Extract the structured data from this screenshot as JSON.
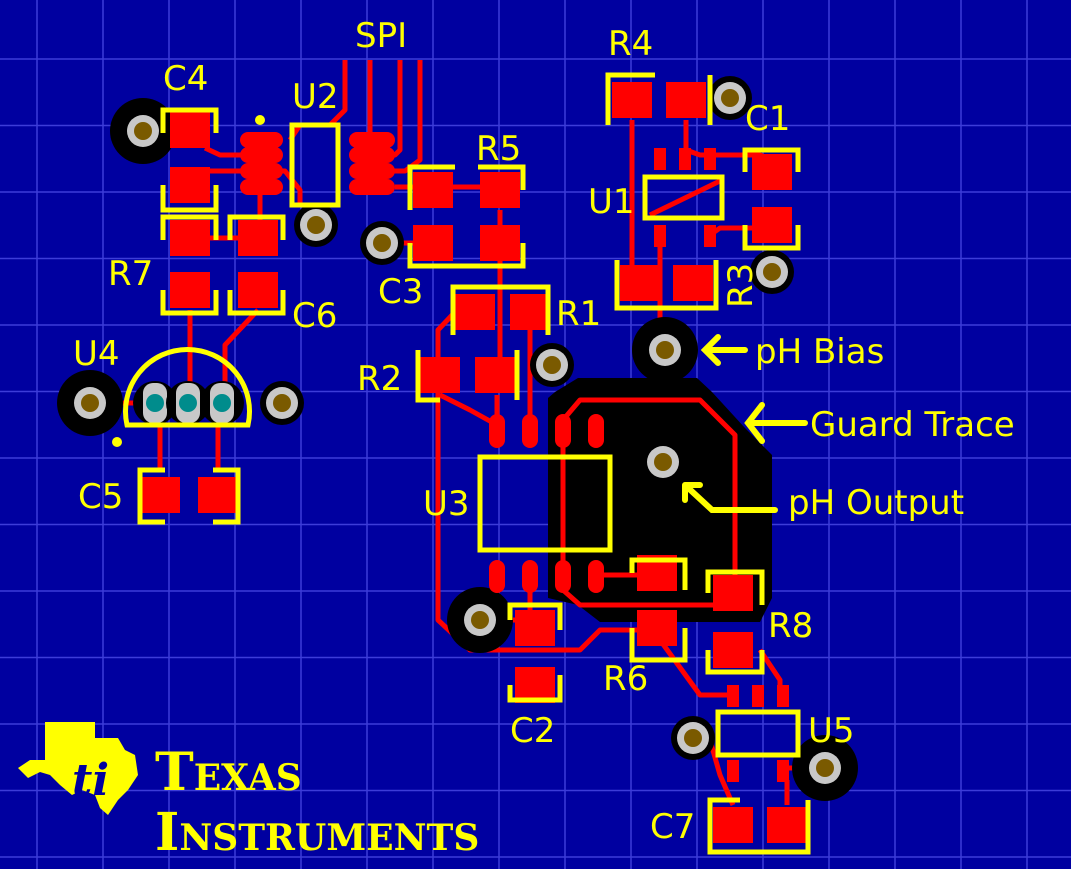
{
  "title": "pH sensor PCB layout",
  "colors": {
    "board": "#0000a0",
    "grid": "#3c3cd8",
    "copper": "#ff0000",
    "silkscreen": "#ffff00",
    "guard_fill": "#000000",
    "drill": "#7a5a00",
    "pad_ring": "#c8c8c8",
    "thru_hole": "#008c8c"
  },
  "designators": {
    "spi": "SPI",
    "c4": "C4",
    "u2": "U2",
    "r7": "R7",
    "c6": "C6",
    "u4": "U4",
    "c5": "C5",
    "r5": "R5",
    "c3": "C3",
    "r1": "R1",
    "r2": "R2",
    "u3": "U3",
    "c2": "C2",
    "r4": "R4",
    "c1": "C1",
    "u1": "U1",
    "r3": "R3",
    "r6": "R6",
    "r8": "R8",
    "u5": "U5",
    "c7": "C7"
  },
  "annotations": {
    "ph_bias": "pH Bias",
    "guard_trace": "Guard Trace",
    "ph_output": "pH Output"
  },
  "logo": {
    "line1": "Texas",
    "line2": "Instruments",
    "brand": "TI"
  }
}
